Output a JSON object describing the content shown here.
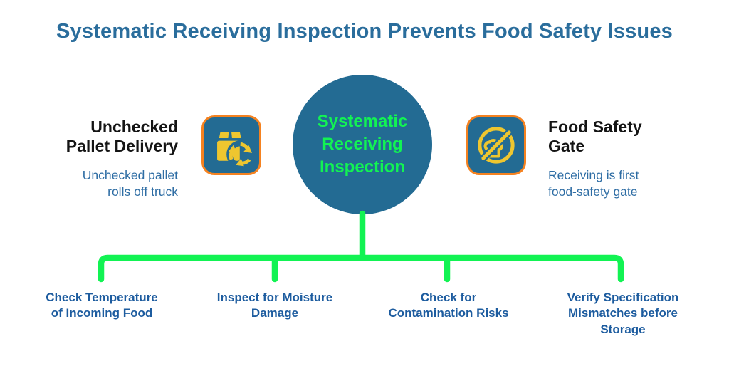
{
  "title": "Systematic Receiving Inspection Prevents Food Safety Issues",
  "center_node": {
    "label": "Systematic\nReceiving\nInspection"
  },
  "left_node": {
    "heading": "Unchecked\nPallet Delivery",
    "subtext": "Unchecked pallet\nrolls off truck",
    "icon": "package-recycle-icon"
  },
  "right_node": {
    "heading": "Food Safety\nGate",
    "subtext": "Receiving is first\nfood-safety gate",
    "icon": "no-bread-icon"
  },
  "checks": [
    {
      "label": "Check Temperature\nof Incoming Food"
    },
    {
      "label": "Inspect for Moisture\nDamage"
    },
    {
      "label": "Check for\nContamination Risks"
    },
    {
      "label": "Verify Specification\nMismatches before\nStorage"
    }
  ],
  "colors": {
    "title-blue": "#2a6d9c",
    "teal": "#236b93",
    "green": "#12f353",
    "orange": "#f58220",
    "yellow": "#eec62f",
    "sub-blue": "#2e6da4",
    "label-blue": "#1d5c9f",
    "heading-black": "#141414",
    "background": "#ffffff"
  }
}
